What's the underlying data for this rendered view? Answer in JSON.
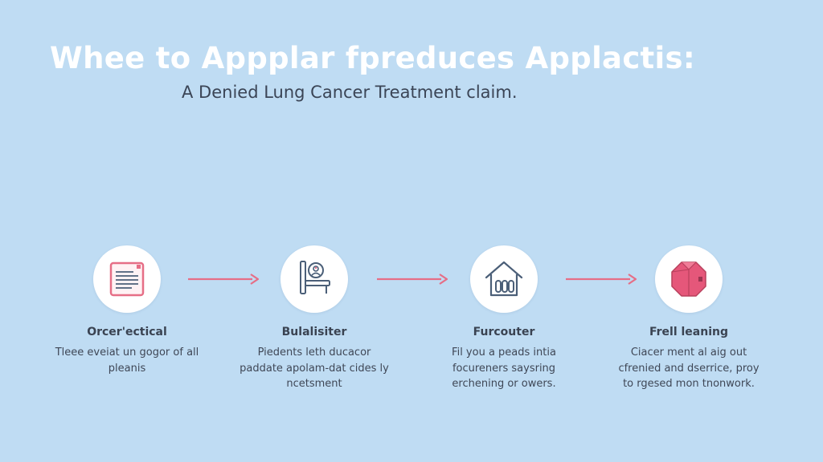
{
  "title": "Whee  to Appplar fpreduces Applactis:",
  "subtitle": "A Denied Lung Cancer Treatment claim.",
  "steps": [
    {
      "icon": "document-icon",
      "heading": "Orcer'ectical",
      "description": "Tleee eveiat un gogor of all pleanis"
    },
    {
      "icon": "hospital-bed-icon",
      "heading": "Bulalisiter",
      "description": "Piedents leth ducacor paddate apolam-dat cides ly ncetsment"
    },
    {
      "icon": "house-icon",
      "heading": "Furcouter",
      "description": "Fil you a peads intia focureners saysring erchening or owers."
    },
    {
      "icon": "package-icon",
      "heading": "Frell leaning",
      "description": "Ciacer ment al aig out cfrenied and dserrice, proy to rgesed mon tnonwork."
    }
  ],
  "colors": {
    "background": "#bfdcf3",
    "accent": "#e66e86",
    "icon_outline": "#4b5f78",
    "title": "#ffffff",
    "text": "#3b4556"
  }
}
